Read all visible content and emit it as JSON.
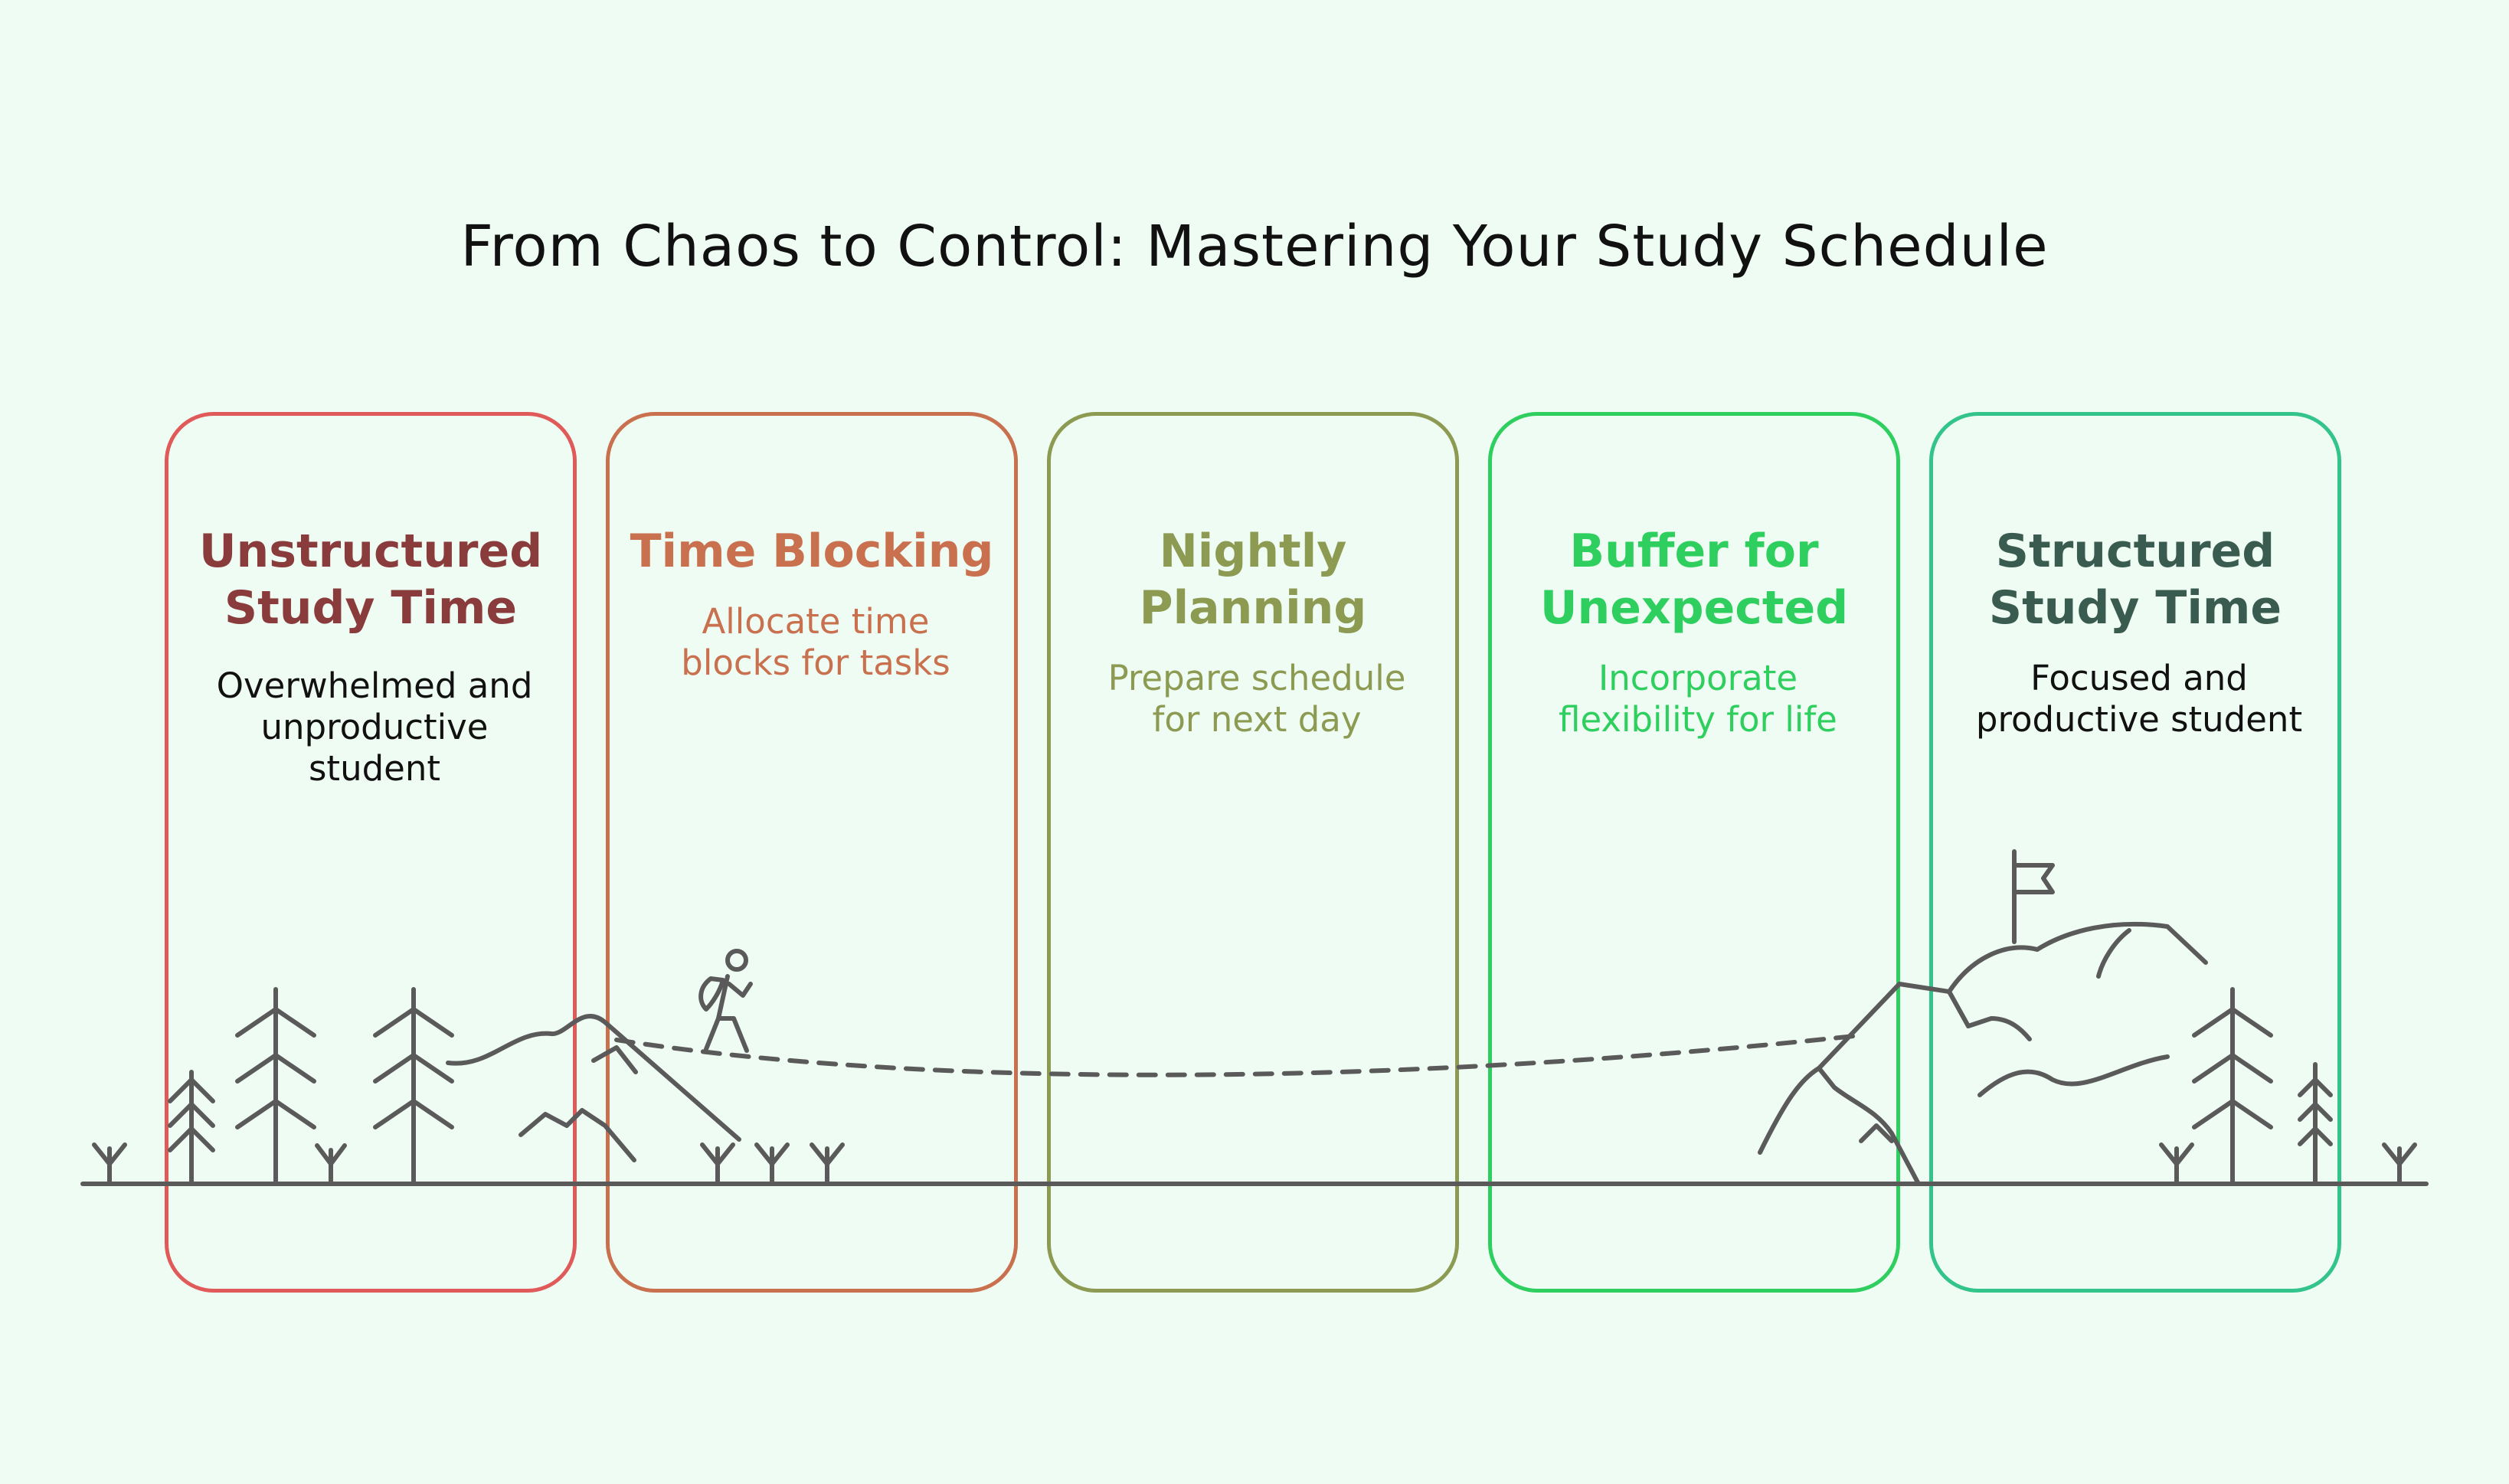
{
  "title": "From Chaos to Control: Mastering Your Study Schedule",
  "stages": [
    {
      "heading_line1": "Unstructured",
      "heading_line2": "Study Time",
      "desc_line1": "Overwhelmed and",
      "desc_line2": "unproductive",
      "desc_line3": "student",
      "color": "#e05a5a",
      "text_color": "#8a3b3b",
      "desc_color": "#111111"
    },
    {
      "heading_line1": "Time Blocking",
      "heading_line2": "",
      "desc_line1": "Allocate time",
      "desc_line2": "blocks for tasks",
      "desc_line3": "",
      "color": "#c9704f",
      "text_color": "#c9704f",
      "desc_color": "#c9704f"
    },
    {
      "heading_line1": "Nightly",
      "heading_line2": "Planning",
      "desc_line1": "Prepare schedule",
      "desc_line2": "for next day",
      "desc_line3": "",
      "color": "#8c9a52",
      "text_color": "#8c9a52",
      "desc_color": "#8c9a52"
    },
    {
      "heading_line1": "Buffer for",
      "heading_line2": "Unexpected",
      "desc_line1": "Incorporate",
      "desc_line2": "flexibility for life",
      "desc_line3": "",
      "color": "#2ecf5e",
      "text_color": "#2ecf5e",
      "desc_color": "#2ecf5e"
    },
    {
      "heading_line1": "Structured",
      "heading_line2": "Study Time",
      "desc_line1": "Focused and",
      "desc_line2": "productive student",
      "desc_line3": "",
      "color": "#33c48c",
      "text_color": "#3a5c50",
      "desc_color": "#111111"
    }
  ],
  "icons": {
    "hiker": "hiker-icon",
    "flag": "flag-icon",
    "trees": "pine-tree-icon",
    "mountains": "mountain-icon"
  }
}
